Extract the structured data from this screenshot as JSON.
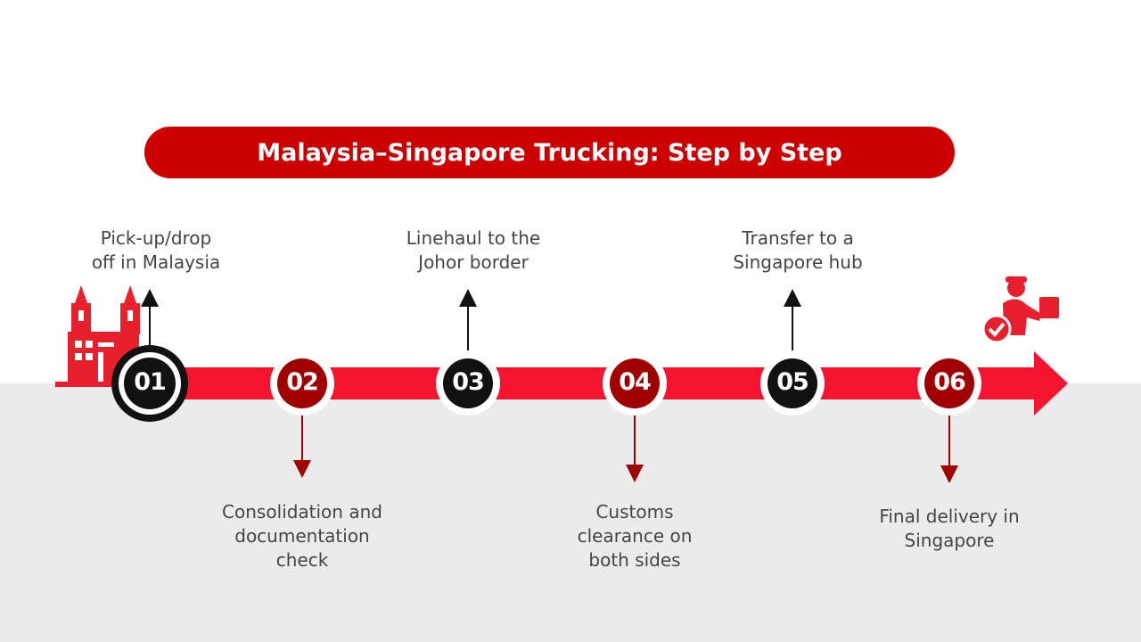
{
  "title": "Malaysia–Singapore Trucking: Step by Step",
  "steps": [
    {
      "number": "01",
      "label": "Pick-up/drop off in Malaysia",
      "line1": "Pick-up/drop",
      "line2": "off in Malaysia",
      "line3": ""
    },
    {
      "number": "02",
      "label": "Consolidation and documentation check",
      "line1": "Consolidation and",
      "line2": "documentation",
      "line3": "check"
    },
    {
      "number": "03",
      "label": "Linehaul to the Johor border",
      "line1": "Linehaul to the",
      "line2": "Johor border",
      "line3": ""
    },
    {
      "number": "04",
      "label": "Customs clearance on both sides",
      "line1": "Customs",
      "line2": "clearance on",
      "line3": "both sides"
    },
    {
      "number": "05",
      "label": "Transfer to a Singapore hub",
      "line1": "Transfer to a",
      "line2": "Singapore hub",
      "line3": ""
    },
    {
      "number": "06",
      "label": "Final delivery in Singapore",
      "line1": "Final delivery in",
      "line2": "Singapore",
      "line3": ""
    }
  ],
  "icons": {
    "start": "malaysia-landmark-icon",
    "end": "delivery-person-icon"
  },
  "colors": {
    "primary": "#cc0000",
    "bar": "#f5142f",
    "dark_red": "#a00000",
    "black": "#111111",
    "background_bottom": "#ebebeb"
  }
}
